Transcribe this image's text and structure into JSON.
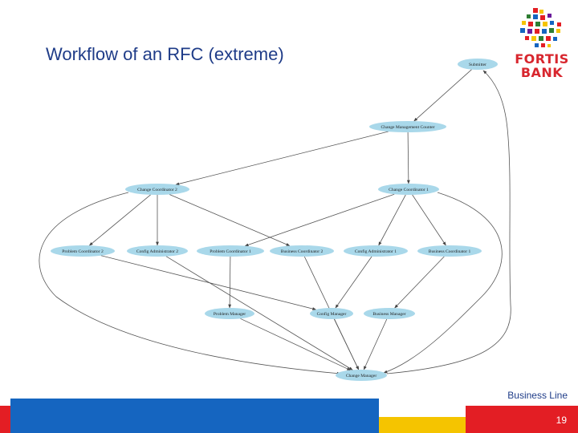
{
  "slide": {
    "title": "Workflow of an RFC (extreme)",
    "footer_label": "Business Line",
    "page_number": "19"
  },
  "logo": {
    "line1": "FORTIS",
    "line2": "BANK",
    "text_color": "#d8262e"
  },
  "colors": {
    "title": "#1f3c88",
    "node_fill": "#a9d8ea",
    "edge": "#555555",
    "band_blue": "#1565c0",
    "band_yellow": "#f5c400",
    "band_red": "#e31e24"
  },
  "diagram": {
    "nodes": [
      {
        "id": "submitter",
        "label": "Submitter"
      },
      {
        "id": "cmc",
        "label": "Change Management Counter"
      },
      {
        "id": "cc2",
        "label": "Change Coordinator 2"
      },
      {
        "id": "cc1",
        "label": "Change Coordinator 1"
      },
      {
        "id": "pc2",
        "label": "Problem Coordinator 2"
      },
      {
        "id": "ca2",
        "label": "Config Administrator 2"
      },
      {
        "id": "pc1",
        "label": "Problem Coordinator 1"
      },
      {
        "id": "bc2",
        "label": "Business Coordinator 2"
      },
      {
        "id": "ca1",
        "label": "Config Administrator 1"
      },
      {
        "id": "bc1",
        "label": "Business Coordinator 1"
      },
      {
        "id": "pm",
        "label": "Problem Manager"
      },
      {
        "id": "cm",
        "label": "Config Manager"
      },
      {
        "id": "bm",
        "label": "Business Manager"
      },
      {
        "id": "chm",
        "label": "Change Manager"
      }
    ],
    "edges": [
      {
        "from": "submitter",
        "to": "cmc"
      },
      {
        "from": "cmc",
        "to": "cc2"
      },
      {
        "from": "cmc",
        "to": "cc1"
      },
      {
        "from": "cc2",
        "to": "pc2"
      },
      {
        "from": "cc2",
        "to": "ca2"
      },
      {
        "from": "cc2",
        "to": "bc2"
      },
      {
        "from": "cc2",
        "to": "chm"
      },
      {
        "from": "cc1",
        "to": "pc1"
      },
      {
        "from": "cc1",
        "to": "ca1"
      },
      {
        "from": "cc1",
        "to": "bc1"
      },
      {
        "from": "cc1",
        "to": "chm"
      },
      {
        "from": "pc2",
        "to": "cm"
      },
      {
        "from": "ca2",
        "to": "chm"
      },
      {
        "from": "pc1",
        "to": "pm"
      },
      {
        "from": "bc2",
        "to": "chm"
      },
      {
        "from": "ca1",
        "to": "cm"
      },
      {
        "from": "bc1",
        "to": "bm"
      },
      {
        "from": "pm",
        "to": "chm"
      },
      {
        "from": "cm",
        "to": "chm"
      },
      {
        "from": "bm",
        "to": "chm"
      },
      {
        "from": "chm",
        "to": "submitter"
      }
    ]
  }
}
